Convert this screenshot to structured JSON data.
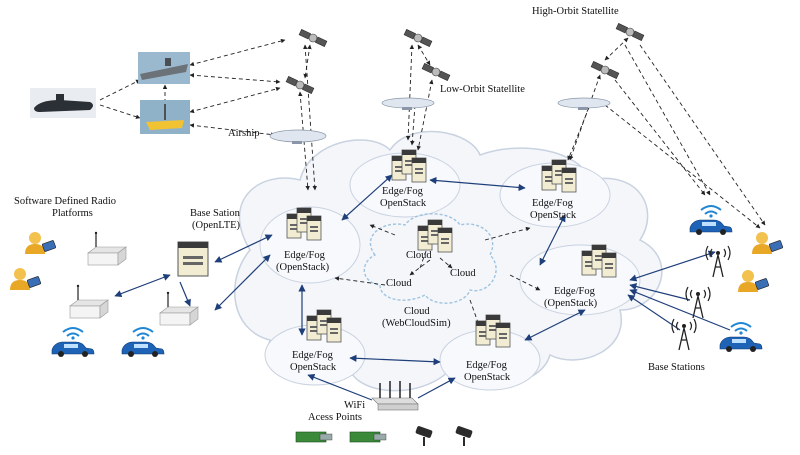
{
  "labels": {
    "high_orbit_satellite": "High-Orbit Statellite",
    "low_orbit_satellite": "Low-Orbit Statellite",
    "airship": "Airship",
    "sdr_platforms_line1": "Software Defined Radio",
    "sdr_platforms_line2": "Platforms",
    "base_station_line1": "Base Sation",
    "base_station_line2": "(OpenLTE)",
    "edge_fog_line1": "Edge/Fog",
    "edge_fog_openstack_paren": "(OpenStack)",
    "openstack": "OpenStack",
    "cloud": "Cloud",
    "cloud_webcloudsim": "(WebCloudSim)",
    "wifi_line1": "WiFi",
    "wifi_line2": "Acess Points",
    "base_stations": "Base Stations"
  },
  "colors": {
    "cloud_fill": "#f4f6fa",
    "cloud_stroke": "#c9d2e0",
    "inner_cloud_stroke": "#9fc3df",
    "server_fill": "#f1ecd2",
    "server_dark": "#3a3a3a",
    "arrow": "#1f3f7a",
    "dashed": "#222222",
    "car_blue": "#1e63b6",
    "wifi_blue": "#1f86d6"
  }
}
